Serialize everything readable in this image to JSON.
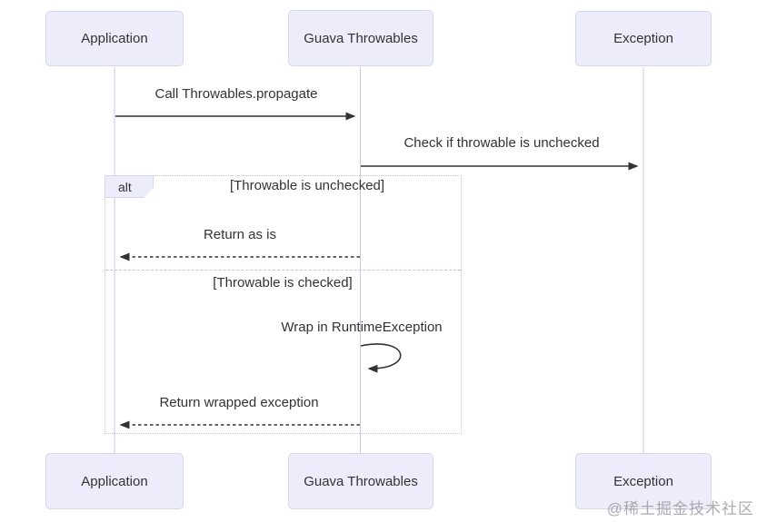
{
  "diagram": {
    "type": "sequence",
    "participants": [
      {
        "id": "application",
        "label": "Application"
      },
      {
        "id": "guava-throwables",
        "label": "Guava Throwables"
      },
      {
        "id": "exception",
        "label": "Exception"
      }
    ],
    "messages": [
      {
        "from": "application",
        "to": "guava-throwables",
        "style": "solid",
        "label": "Call Throwables.propagate"
      },
      {
        "from": "guava-throwables",
        "to": "exception",
        "style": "solid",
        "label": "Check if throwable is unchecked"
      },
      {
        "from": "guava-throwables",
        "to": "application",
        "style": "dashed",
        "label": "Return as is"
      },
      {
        "from": "guava-throwables",
        "to": "guava-throwables",
        "style": "self",
        "label": "Wrap in RuntimeException"
      },
      {
        "from": "guava-throwables",
        "to": "application",
        "style": "dashed",
        "label": "Return wrapped exception"
      }
    ],
    "alt_frame": {
      "operator": "alt",
      "sections": [
        {
          "condition": "[Throwable is unchecked]"
        },
        {
          "condition": "[Throwable is checked]"
        }
      ]
    }
  },
  "watermark": {
    "text": "@稀土掘金技术社区"
  },
  "colors": {
    "actor_fill": "#ececfb",
    "actor_border": "#d7d7ec",
    "lifeline": "#c9c9e4",
    "frame_border": "#c3c3dd",
    "text": "#333333",
    "arrow": "#333333",
    "watermark": "#9e9e9e",
    "background": "#ffffff"
  }
}
